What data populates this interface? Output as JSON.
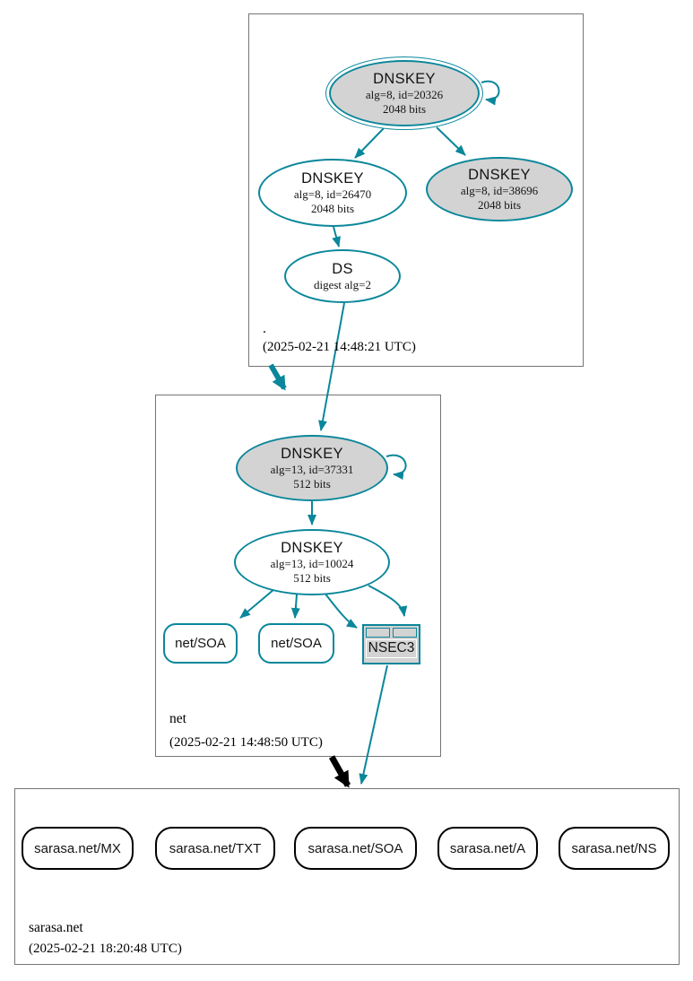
{
  "diagram_type": "DNSSEC authentication chain graph",
  "colors": {
    "secure_edge": "#0a879a",
    "node_fill_gray": "#d3d3d3",
    "zone_box_border": "#757575",
    "insecure_edge": "#000000"
  },
  "zones": [
    {
      "name": ".",
      "timestamp": "(2025-02-21 14:48:21 UTC)",
      "nodes": [
        {
          "id": "dnskey-20326",
          "title": "DNSKEY",
          "line2": "alg=8, id=20326",
          "line3": "2048 bits",
          "style": "ksk-double-border-gray-selfloop"
        },
        {
          "id": "dnskey-26470",
          "title": "DNSKEY",
          "line2": "alg=8, id=26470",
          "line3": "2048 bits",
          "style": "white"
        },
        {
          "id": "dnskey-38696",
          "title": "DNSKEY",
          "line2": "alg=8, id=38696",
          "line3": "2048 bits",
          "style": "gray"
        },
        {
          "id": "ds-root",
          "title": "DS",
          "line2": "digest alg=2",
          "style": "white"
        }
      ]
    },
    {
      "name": "net",
      "timestamp": "(2025-02-21 14:48:50 UTC)",
      "nodes": [
        {
          "id": "dnskey-37331",
          "title": "DNSKEY",
          "line2": "alg=13, id=37331",
          "line3": "512 bits",
          "style": "gray-selfloop"
        },
        {
          "id": "dnskey-10024",
          "title": "DNSKEY",
          "line2": "alg=13, id=10024",
          "line3": "512 bits",
          "style": "white"
        },
        {
          "id": "net-soa-1",
          "label": "net/SOA"
        },
        {
          "id": "net-soa-2",
          "label": "net/SOA"
        },
        {
          "id": "nsec3",
          "label": "NSEC3"
        }
      ]
    },
    {
      "name": "sarasa.net",
      "timestamp": "(2025-02-21 18:20:48 UTC)",
      "nodes": [
        {
          "id": "sarasa-mx",
          "label": "sarasa.net/MX"
        },
        {
          "id": "sarasa-txt",
          "label": "sarasa.net/TXT"
        },
        {
          "id": "sarasa-soa",
          "label": "sarasa.net/SOA"
        },
        {
          "id": "sarasa-a",
          "label": "sarasa.net/A"
        },
        {
          "id": "sarasa-ns",
          "label": "sarasa.net/NS"
        }
      ]
    }
  ],
  "edges": [
    {
      "from": "dnskey-20326",
      "to": "dnskey-20326",
      "type": "self-signature"
    },
    {
      "from": "dnskey-20326",
      "to": "dnskey-26470",
      "type": "signature"
    },
    {
      "from": "dnskey-20326",
      "to": "dnskey-38696",
      "type": "signature"
    },
    {
      "from": "dnskey-26470",
      "to": "ds-root",
      "type": "signature"
    },
    {
      "from": "ds-root",
      "to": "dnskey-37331",
      "type": "ds-link"
    },
    {
      "from": ".",
      "to": "net",
      "type": "secure-delegation"
    },
    {
      "from": "dnskey-37331",
      "to": "dnskey-37331",
      "type": "self-signature"
    },
    {
      "from": "dnskey-37331",
      "to": "dnskey-10024",
      "type": "signature"
    },
    {
      "from": "dnskey-10024",
      "to": "net-soa-1",
      "type": "signature"
    },
    {
      "from": "dnskey-10024",
      "to": "net-soa-2",
      "type": "signature"
    },
    {
      "from": "dnskey-10024",
      "to": "nsec3",
      "type": "signature-x2"
    },
    {
      "from": "nsec3",
      "to": "sarasa.net",
      "type": "nsec3-proof"
    },
    {
      "from": "net",
      "to": "sarasa.net",
      "type": "insecure-delegation"
    }
  ]
}
